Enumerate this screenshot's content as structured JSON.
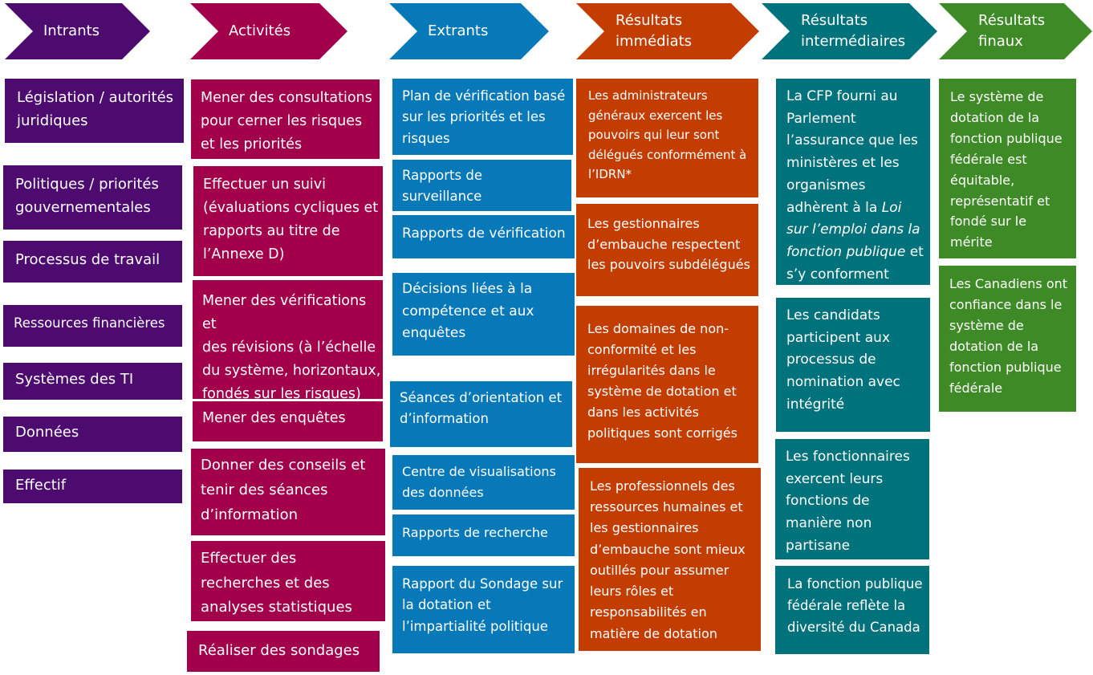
{
  "colors": {
    "intrants": "#4d0b70",
    "activites": "#a3004c",
    "extrants": "#0879b8",
    "immediats": "#c33d00",
    "intermediaires": "#00727c",
    "finaux": "#3e8a26"
  },
  "headers": {
    "intrants": "Intrants",
    "activites": "Activités",
    "extrants": "Extrants",
    "immediats": "Résultats\nimmédiats",
    "intermediaires": "Résultats\nintermédiaires",
    "finaux": "Résultats\nfinaux"
  },
  "intrants": [
    "Législation / autorités\njuridiques",
    "Politiques / priorités\ngouvernementales",
    "Processus de travail",
    "Ressources financières",
    "Systèmes des TI",
    "Données",
    "Effectif"
  ],
  "activites": [
    "Mener des consultations\npour cerner les risques\net les priorités",
    "Effectuer un suivi\n(évaluations cycliques et\nrapports au titre de\nl’Annexe D)",
    "Mener des vérifications et\ndes révisions (à l’échelle\ndu système, horizontaux,\nfondés sur les risques)",
    "Mener des enquêtes",
    "Donner des conseils et\ntenir des séances\nd’information",
    "Effectuer des\nrecherches et des\nanalyses statistiques",
    "Réaliser des sondages"
  ],
  "extrants": [
    "Plan de vérification basé\nsur les priorités et les\nrisques",
    "Rapports de\nsurveillance",
    "Rapports de vérification",
    "Décisions liées à la\ncompétence et aux\nenquêtes",
    "Séances d’orientation et\nd’information",
    "Centre de visualisations\ndes données",
    "Rapports de recherche",
    "Rapport du Sondage sur\nla dotation et\nl’impartialité politique"
  ],
  "immediats": [
    "Les administrateurs\ngénéraux exercent les\npouvoirs qui leur sont\ndélégués conformément à\nl’IDRN*",
    "Les gestionnaires\nd’embauche respectent\nles pouvoirs subdélégués",
    "Les domaines de non-\nconformité et les\nirrégularités dans le\nsystème de dotation et\ndans les activités\npolitiques sont corrigés",
    "Les professionnels des\nressources humaines et\nles gestionnaires\nd’embauche sont mieux\noutillés pour assumer\nleurs rôles et\nresponsabilités en\nmatière de dotation"
  ],
  "intermediaires": {
    "first": {
      "before": "La CFP fourni au\nParlement\nl’assurance que les\nministères et les\norganismes\nadhèrent à la ",
      "italic": "Loi\nsur l’emploi dans la\nfonction publique",
      "after": " et\ns’y conforment"
    },
    "others": [
      "Les candidats\nparticipent aux\nprocessus de\nnomination avec\nintégrité",
      "Les fonctionnaires\nexercent leurs\nfonctions de\nmanière non\npartisane",
      "La fonction publique\nfédérale reflète la\ndiversité du Canada"
    ]
  },
  "finaux": [
    "Le système de\ndotation de la\nfonction publique\nfédérale est\néquitable,\nreprésentatif et\nfondé sur le\nmérite",
    "Les Canadiens ont\nconfiance dans le\nsystème de\ndotation de la\nfonction publique\nfédérale"
  ]
}
